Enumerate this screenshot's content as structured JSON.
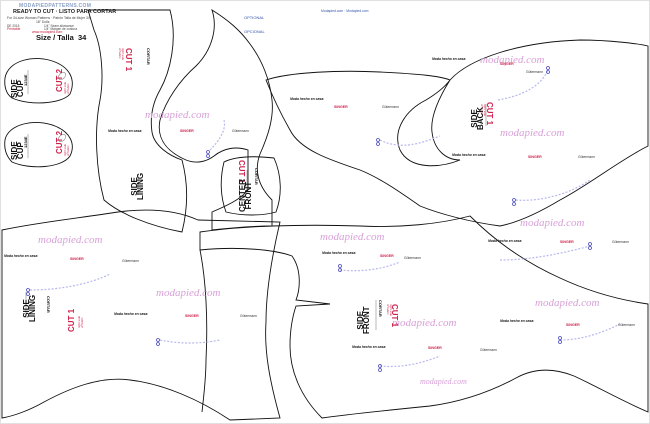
{
  "header": {
    "brand": "MODAPIEDPATTERNS.COM",
    "title": "READY TO CUT · LISTO PARA CORTAR",
    "subtitle": "For 34-size Woman Patterns · Patrón Talla de Mujer 34",
    "subtitle2": "18\" Dolls",
    "date": "DE 2015",
    "seam": "1/4\" Seam allowance",
    "print": "Printable",
    "margin": "1/4\" Margen de costura",
    "website": "www.modapied.com",
    "size_label": "Size / Talla",
    "size_value": "34"
  },
  "optional_label": "OPTIONAL",
  "optional_label_es": "OPCIONAL",
  "revision_note": "Modapied.com · Modapied.com",
  "watermark": "modapied.com",
  "brand_strip": {
    "made_with": "Moda hecho en casa:",
    "singer": "SINGER",
    "gutermann": "Gütermann"
  },
  "pieces": [
    {
      "name": "SIDE\nCUP",
      "code": "1234E",
      "cut": "CUT 2",
      "note": "right side\nof fabric"
    },
    {
      "name": "SIDE\nCUP",
      "code": "1234E",
      "cut": "CUT 2",
      "note": "right side\nof fabric"
    },
    {
      "name": "SIDE\nLINING",
      "code": "1234E",
      "cut": "CUT 1",
      "note": "right side\nof fabric"
    },
    {
      "name": "CENTER\nFRONT",
      "code": "1234E",
      "cut": "CUT 1",
      "note": "right side\nof fabric"
    },
    {
      "name": "SIDE\nBACK",
      "code": "1234E",
      "cut": "CUT 1",
      "note": "right side\nof fabric"
    },
    {
      "name": "SIDE\nLINING",
      "code": "1234E",
      "cut": "CUT 1",
      "note": "right side\nof fabric"
    },
    {
      "name": "SIDE\nFRONT",
      "code": "1234E",
      "cut": "CUT 1",
      "note": "right side\nof fabric"
    }
  ],
  "cortar_label": "CORTAR",
  "colors": {
    "outline": "#111111",
    "watermark": "#d8a0d8",
    "brand_red": "#d0204a",
    "scissors_blue": "#4a4ac0",
    "stitch": "#b8b8ee"
  }
}
